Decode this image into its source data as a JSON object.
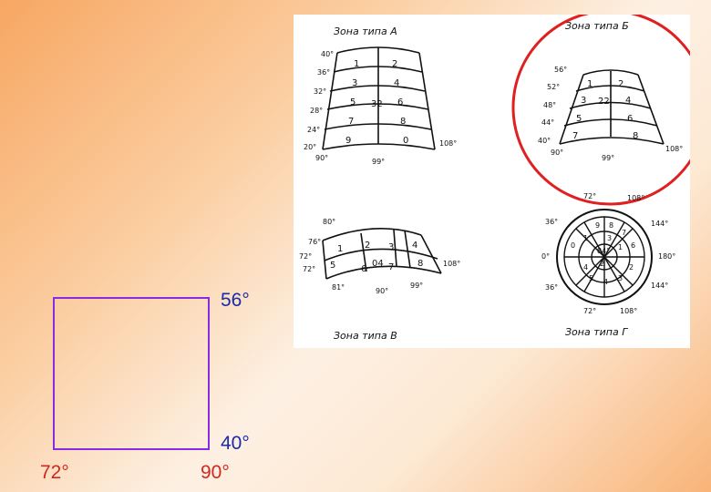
{
  "square_labels": {
    "top_right": "56°",
    "bottom_right": "40°",
    "bottom_left": "72°",
    "bottom_center": "90°"
  },
  "colors": {
    "square_border": "#8a2be2",
    "highlight_circle": "#e02020",
    "label_blue": "#1a2aa8",
    "label_red": "#d0281e"
  },
  "figure": {
    "zone_a": {
      "title": "Зона типа А",
      "lat_labels": [
        "40°",
        "36°",
        "32°",
        "28°",
        "24°",
        "20°"
      ],
      "lon_labels": [
        "90°",
        "99°",
        "108°"
      ],
      "cells": [
        "1",
        "2",
        "3",
        "4",
        "5",
        "6",
        "7",
        "8",
        "9",
        "0"
      ],
      "center": "32"
    },
    "zone_b": {
      "title": "Зона типа Б",
      "lat_labels": [
        "56°",
        "52°",
        "48°",
        "44°",
        "40°"
      ],
      "lon_labels": [
        "90°",
        "99°",
        "108°"
      ],
      "cells": [
        "1",
        "2",
        "3",
        "4",
        "5",
        "6",
        "7",
        "8"
      ],
      "center": "22"
    },
    "zone_v": {
      "title": "Зона типа В",
      "lat_labels": [
        "80°",
        "76°",
        "72°",
        "72°"
      ],
      "lon_labels": [
        "81°",
        "90°",
        "99°",
        "108°"
      ],
      "cells": [
        "1",
        "2",
        "3",
        "4",
        "5",
        "6",
        "7",
        "8"
      ],
      "center": "04"
    },
    "zone_g": {
      "title": "Зона типа Г",
      "lon_labels": [
        "72°",
        "108°",
        "36°",
        "144°",
        "0°",
        "180°",
        "36°",
        "144°",
        "72°",
        "108°"
      ],
      "center": "84°",
      "cells": [
        "9",
        "8",
        "7",
        "6",
        "1",
        "2",
        "3",
        "4",
        "5",
        "0",
        "3",
        "2",
        "1",
        "4"
      ]
    }
  }
}
